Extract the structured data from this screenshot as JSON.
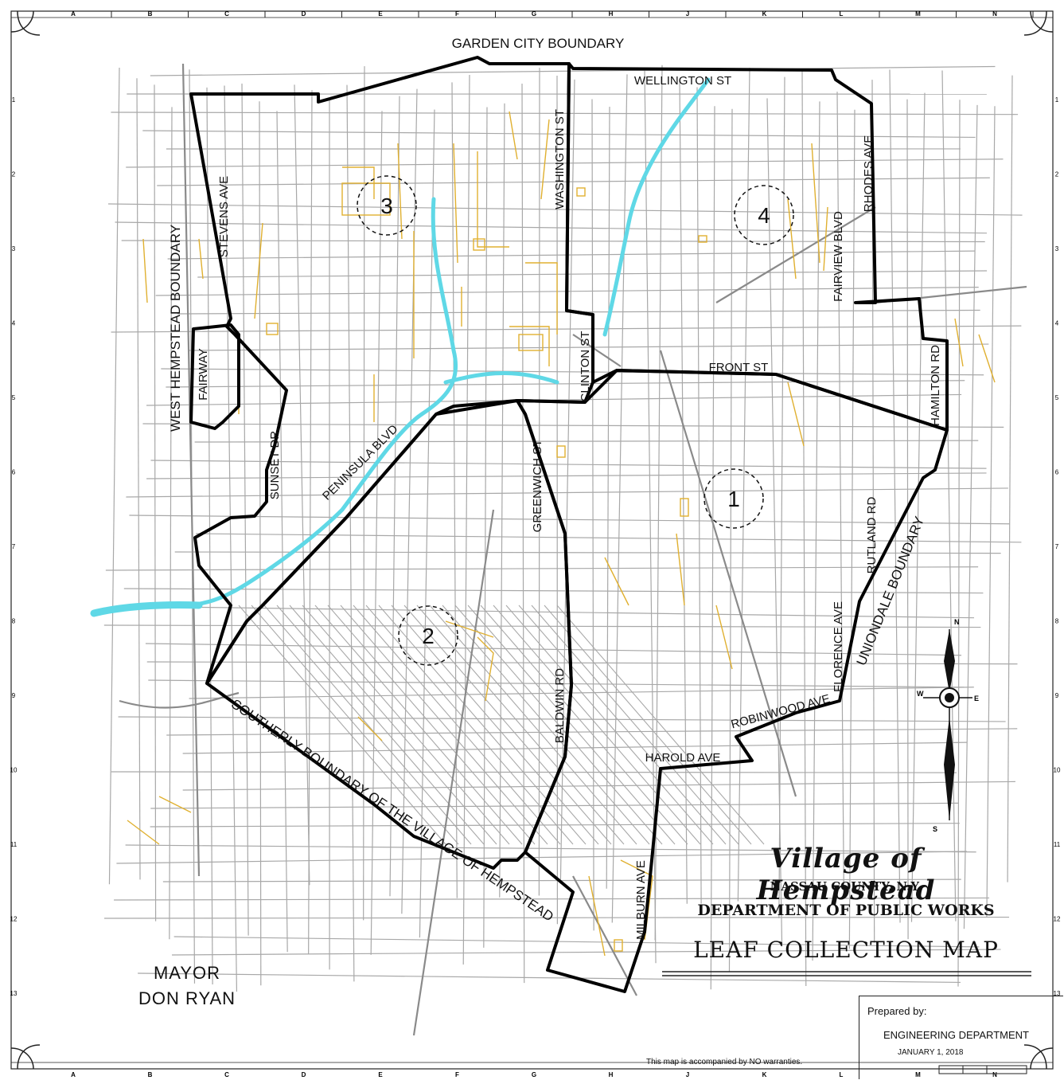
{
  "map": {
    "title": "Village of Hempstead",
    "county": "NASSAU COUNTY, N.Y.",
    "department": "DEPARTMENT OF PUBLIC WORKS",
    "map_name": "LEAF COLLECTION MAP",
    "mayor_label": "MAYOR",
    "mayor_name": "DON RYAN",
    "prepared_by_label": "Prepared by:",
    "prepared_by_dept": "ENGINEERING DEPARTMENT",
    "date": "JANUARY 1, 2018",
    "warranty_note": "This map is accompanied by NO warranties."
  },
  "grid": {
    "columns": [
      "A",
      "B",
      "C",
      "D",
      "E",
      "F",
      "G",
      "H",
      "J",
      "K",
      "L",
      "M",
      "N"
    ],
    "rows": [
      "1",
      "2",
      "3",
      "4",
      "5",
      "6",
      "7",
      "8",
      "9",
      "10",
      "11",
      "12",
      "13"
    ]
  },
  "boundaries": {
    "north": "GARDEN CITY BOUNDARY",
    "west": "WEST HEMPSTEAD BOUNDARY",
    "south": "SOUTHERLY BOUNDARY OF THE VILLAGE OF HEMPSTEAD",
    "east": "UNIONDALE BOUNDARY"
  },
  "zones": [
    "1",
    "2",
    "3",
    "4"
  ],
  "streets": {
    "wellington": "WELLINGTON ST",
    "washington": "WASHINGTON ST",
    "rhodes": "RHODES AVE",
    "fairview": "FAIRVIEW BLVD",
    "stevens": "STEVENS AVE",
    "fairway": "FAIRWAY",
    "clinton": "CLINTON ST",
    "front": "FRONT ST",
    "hamilton": "HAMILTON RD",
    "sunset": "SUNSET DR.",
    "peninsula": "PENINSULA BLVD",
    "greenwich": "GREENWICH ST",
    "rutland": "RUTLAND RD",
    "florence": "FLORENCE AVE",
    "robinwood": "ROBINWOOD AVE",
    "harold": "HAROLD AVE",
    "baldwin": "BALDWIN RD",
    "milburn": "MILBURN AVE"
  },
  "compass": {
    "n": "N",
    "s": "S",
    "e": "E",
    "w": "W"
  },
  "colors": {
    "boundary": "#000000",
    "streets": "#9a9a9a",
    "water": "#5fd8e6",
    "parks": "#e0b030"
  }
}
